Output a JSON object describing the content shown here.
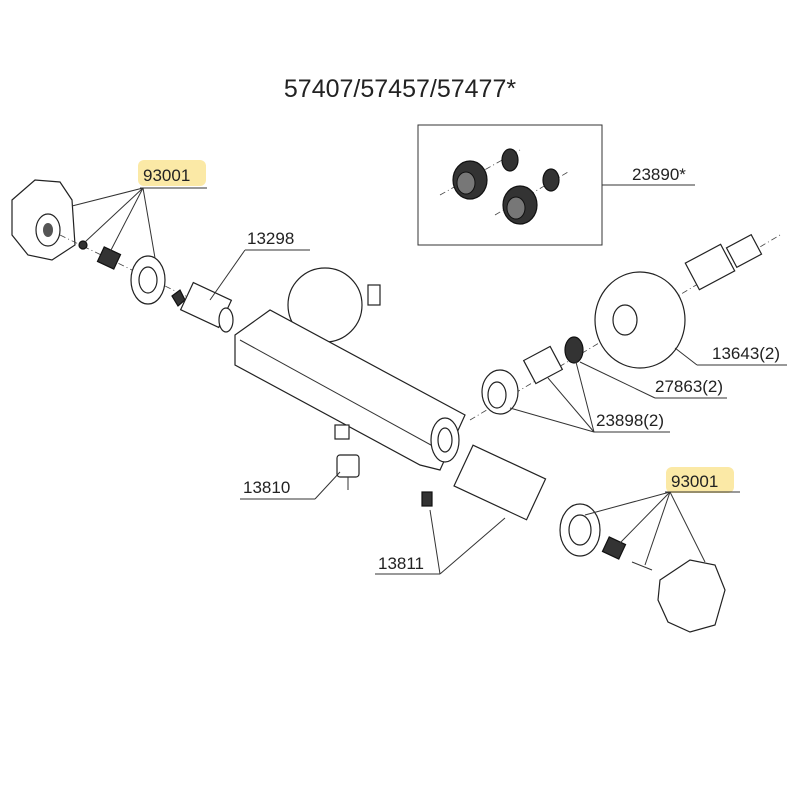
{
  "title": "57407/57457/57477*",
  "highlight_color": "#fbe9a6",
  "labels": {
    "knob_kit_left": "93001",
    "cartridge_left": "13298",
    "check_valve_kit": "23890*",
    "cover_plate": "13643(2)",
    "filter": "27863(2)",
    "connector_set": "23898(2)",
    "nut_bottom": "13810",
    "cartridge_right": "13811",
    "knob_kit_right": "93001"
  }
}
